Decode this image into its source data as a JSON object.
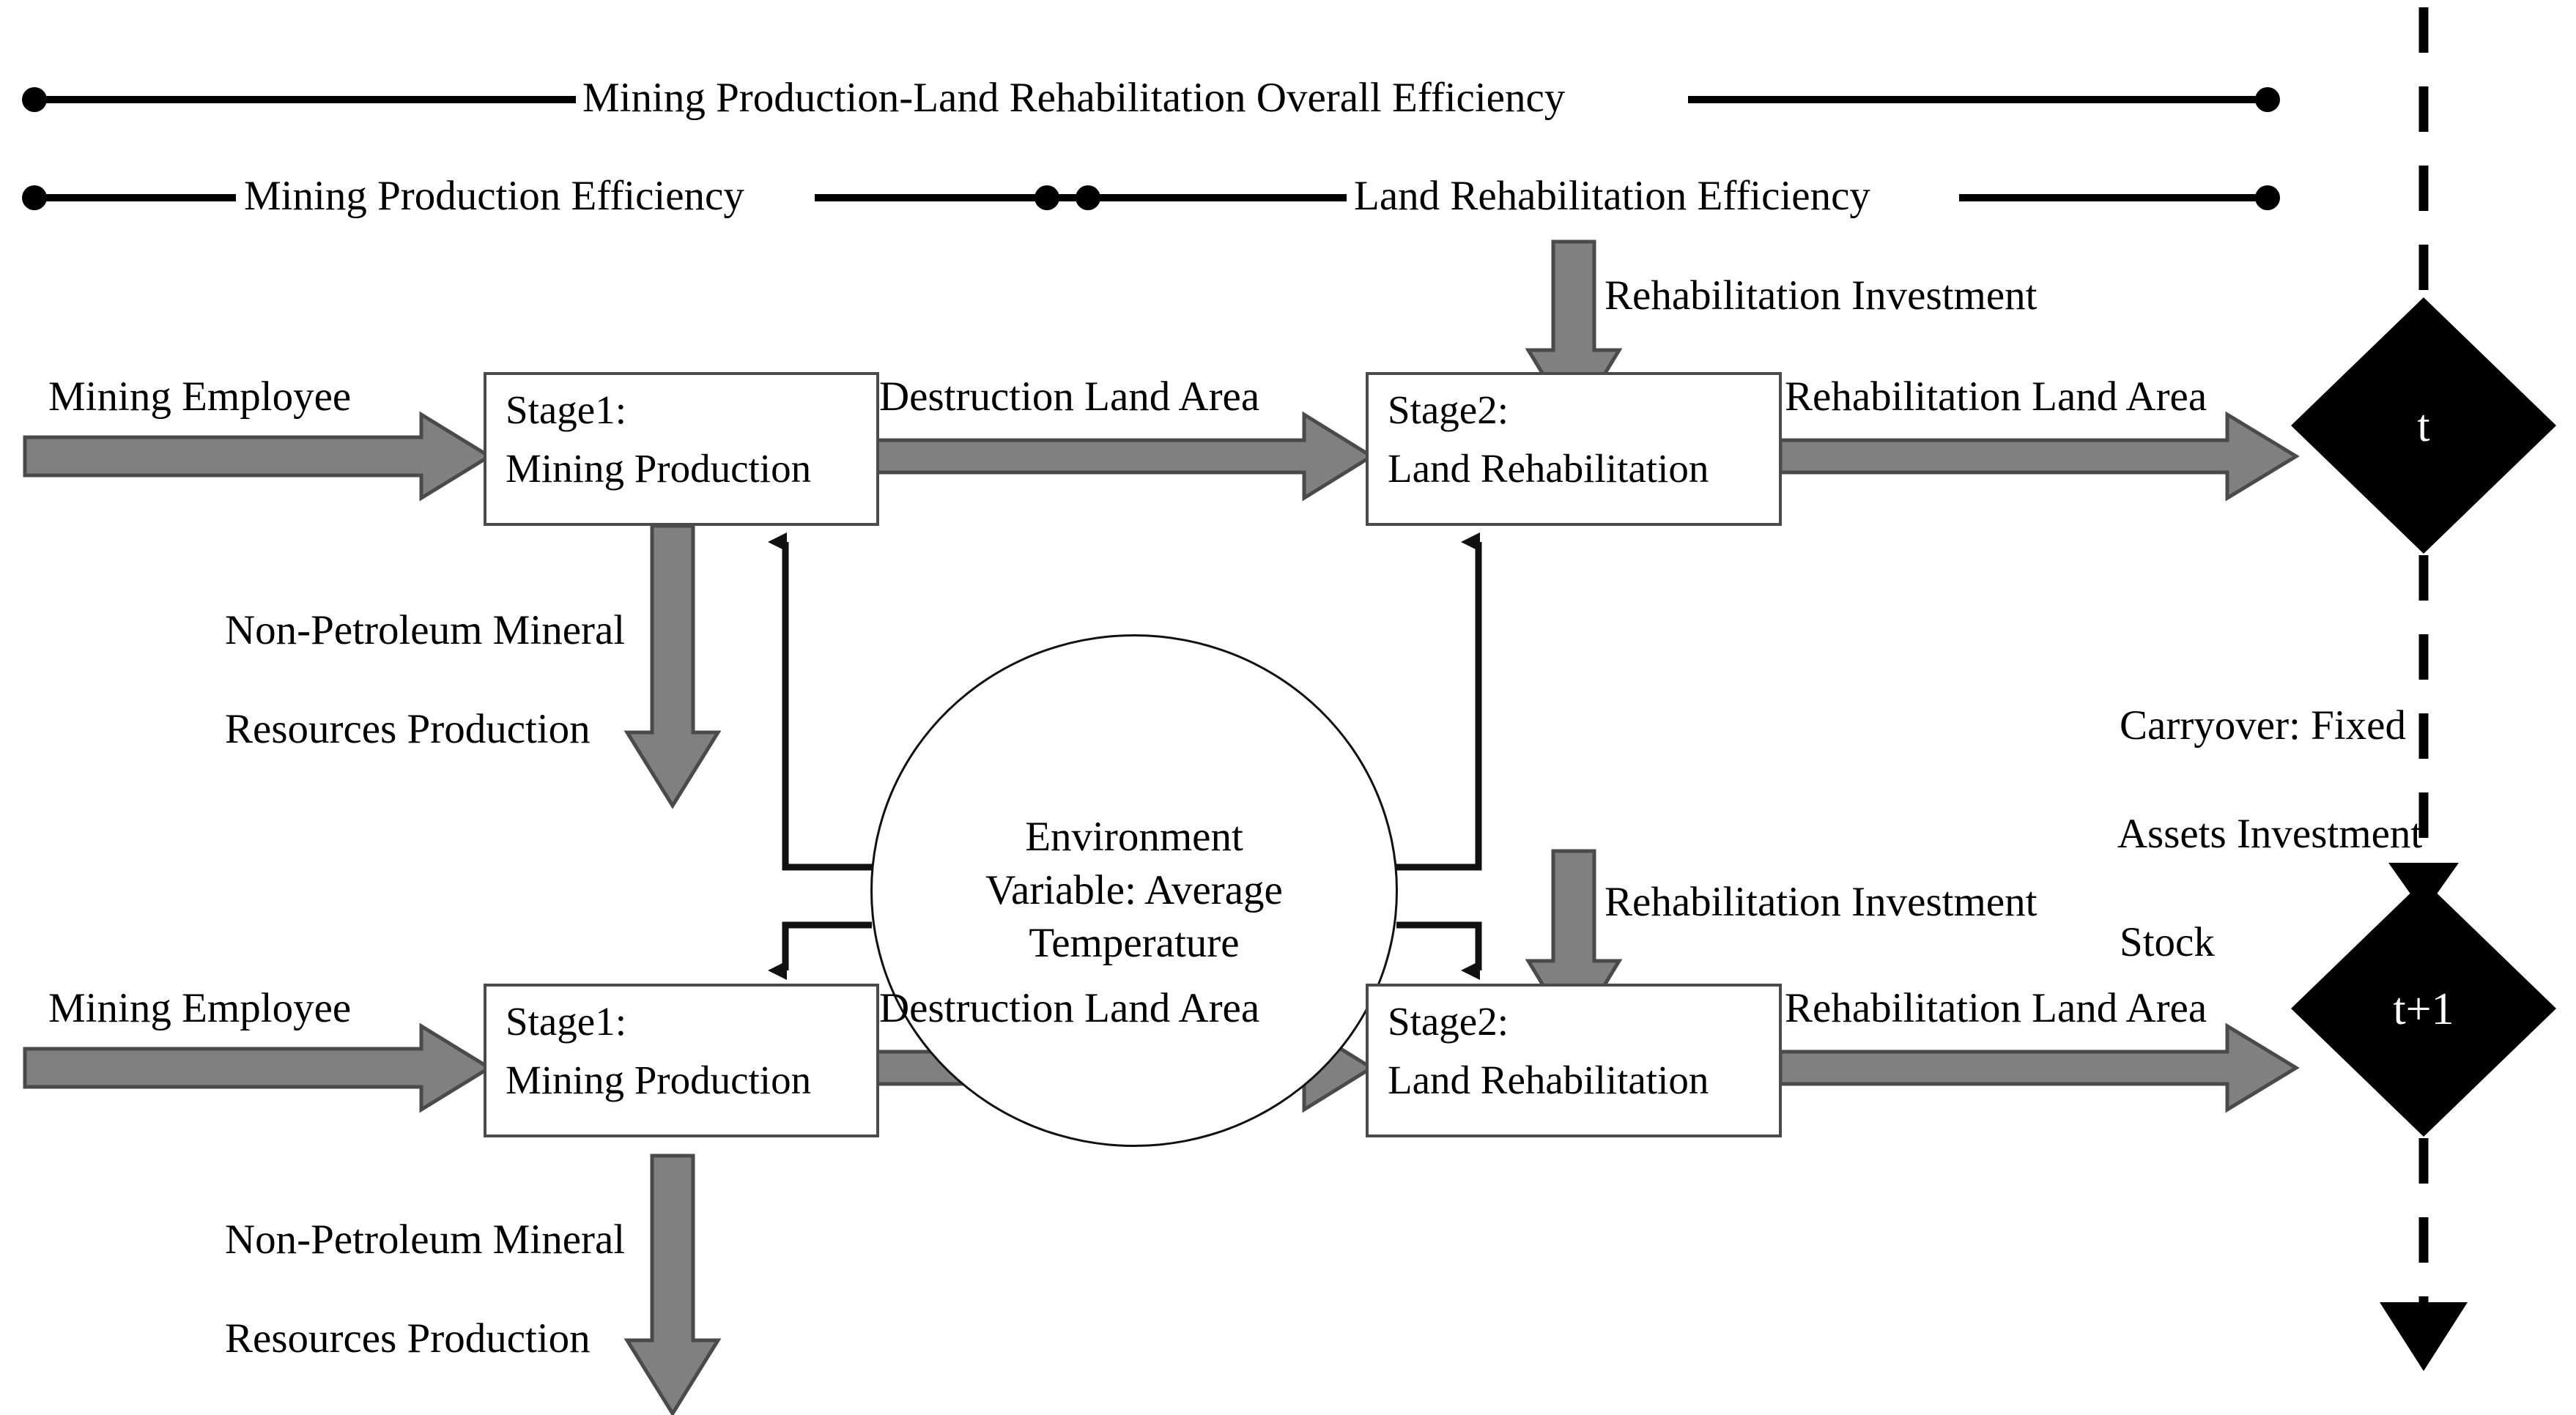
{
  "diagram": {
    "title": "Two-stage dynamic network DEA structure: Mining Production and Land Rehabilitation",
    "colors": {
      "arrow_gray": "#808080",
      "arrow_gray_border": "#4a4a4a",
      "line_black": "#111111",
      "node_fill": "#ffffff",
      "period_fill": "#000000",
      "period_text": "#ffffff"
    }
  },
  "efficiency_bars": [
    {
      "id": "overall",
      "label": "Mining Production-Land Rehabilitation Overall Efficiency"
    },
    {
      "id": "stage1",
      "label": "Mining Production Efficiency"
    },
    {
      "id": "stage2",
      "label": "Land Rehabilitation Efficiency"
    }
  ],
  "periods": [
    {
      "id": "t",
      "label": "t"
    },
    {
      "id": "t1",
      "label": "t+1"
    }
  ],
  "carryover": {
    "lines": [
      "Carryover: Fixed",
      "Assets Investment",
      "Stock"
    ],
    "text": "Carryover: Fixed Assets Investment Stock"
  },
  "environment": {
    "lines": [
      "Environment",
      "Variable: Average",
      "Temperature"
    ],
    "text": "Environment Variable: Average Temperature"
  },
  "rows": [
    {
      "id": "period-t",
      "input_label": "Mining Employee",
      "stage1": {
        "line1": "Stage1:",
        "line2": "Mining Production"
      },
      "link_label": "Destruction Land Area",
      "stage2": {
        "line1": "Stage2:",
        "line2": "Land Rehabilitation"
      },
      "investment_label": "Rehabilitation Investment",
      "output_label": "Rehabilitation Land Area",
      "undesirable_lines": [
        "Non-Petroleum Mineral",
        "Resources Production"
      ],
      "undesirable_text": "Non-Petroleum Mineral Resources Production"
    },
    {
      "id": "period-t1",
      "input_label": "Mining Employee",
      "stage1": {
        "line1": "Stage1:",
        "line2": "Mining Production"
      },
      "link_label": "Destruction Land Area",
      "stage2": {
        "line1": "Stage2:",
        "line2": "Land Rehabilitation"
      },
      "investment_label": "Rehabilitation Investment",
      "output_label": "Rehabilitation Land Area",
      "undesirable_lines": [
        "Non-Petroleum Mineral",
        "Resources Production"
      ],
      "undesirable_text": "Non-Petroleum Mineral Resources Production"
    }
  ]
}
